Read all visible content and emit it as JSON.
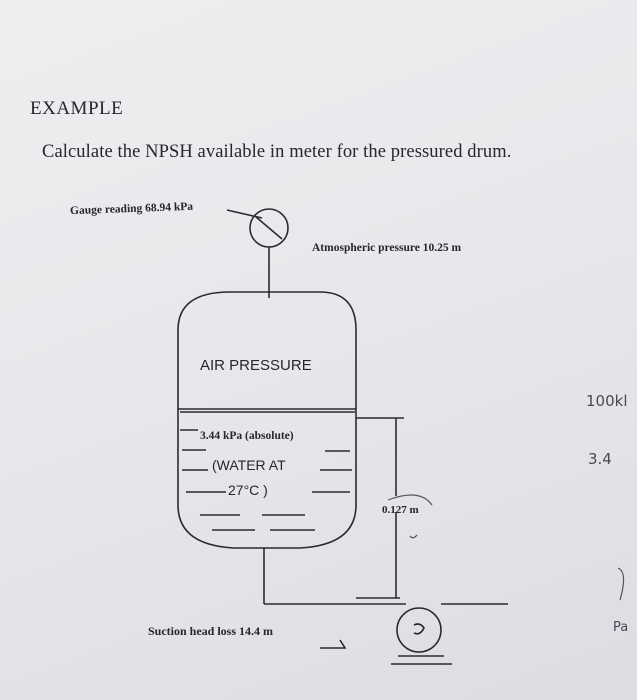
{
  "document": {
    "heading": "EXAMPLE",
    "question": "Calculate the NPSH available in meter for the pressured drum."
  },
  "diagram": {
    "gauge_reading": "Gauge reading 68.94 kPa",
    "atmospheric_pressure": "Atmospheric pressure 10.25 m",
    "air_pressure": "AIR PRESSURE",
    "vapor_pressure": "3.44 kPa (absolute)",
    "water_line1": "(WATER AT",
    "water_line2": "27°C )",
    "elevation": "0.127 m",
    "suction_head_loss": "Suction head loss 14.4 m"
  },
  "handwritten_notes": {
    "note1": "100kl",
    "note2": "3.4",
    "note3": "Pa"
  }
}
